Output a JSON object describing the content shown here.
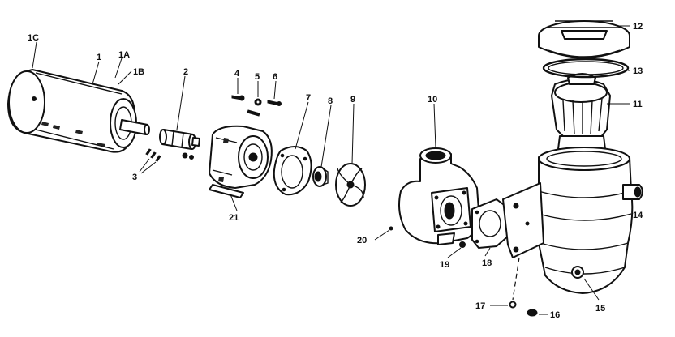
{
  "diagram": {
    "callouts": [
      {
        "id": "1c",
        "text": "1C"
      },
      {
        "id": "1",
        "text": "1"
      },
      {
        "id": "1a",
        "text": "1A"
      },
      {
        "id": "1b",
        "text": "1B"
      },
      {
        "id": "2",
        "text": "2"
      },
      {
        "id": "3",
        "text": "3"
      },
      {
        "id": "4",
        "text": "4"
      },
      {
        "id": "5",
        "text": "5"
      },
      {
        "id": "6",
        "text": "6"
      },
      {
        "id": "7",
        "text": "7"
      },
      {
        "id": "8",
        "text": "8"
      },
      {
        "id": "9",
        "text": "9"
      },
      {
        "id": "10",
        "text": "10"
      },
      {
        "id": "11",
        "text": "11"
      },
      {
        "id": "12",
        "text": "12"
      },
      {
        "id": "13",
        "text": "13"
      },
      {
        "id": "14",
        "text": "14"
      },
      {
        "id": "15",
        "text": "15"
      },
      {
        "id": "16",
        "text": "16"
      },
      {
        "id": "17",
        "text": "17"
      },
      {
        "id": "18",
        "text": "18"
      },
      {
        "id": "19",
        "text": "19"
      },
      {
        "id": "20",
        "text": "20"
      },
      {
        "id": "21",
        "text": "21"
      }
    ]
  }
}
